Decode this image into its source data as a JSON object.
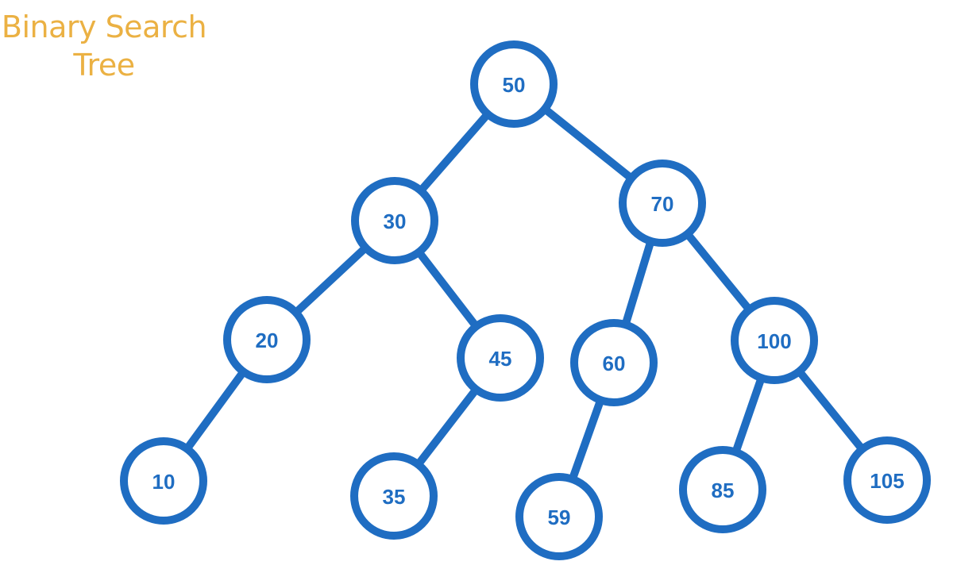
{
  "title": {
    "line1": "Binary Search",
    "line2": "Tree"
  },
  "colors": {
    "title": "#EBB143",
    "node_stroke": "#1F6DC2",
    "node_fill": "#FFFFFF",
    "node_text": "#1F6DC2",
    "edge": "#1F6DC2"
  },
  "tree": {
    "nodes": [
      {
        "id": "n50",
        "label": "50"
      },
      {
        "id": "n30",
        "label": "30"
      },
      {
        "id": "n70",
        "label": "70"
      },
      {
        "id": "n20",
        "label": "20"
      },
      {
        "id": "n45",
        "label": "45"
      },
      {
        "id": "n60",
        "label": "60"
      },
      {
        "id": "n100",
        "label": "100"
      },
      {
        "id": "n10",
        "label": "10"
      },
      {
        "id": "n35",
        "label": "35"
      },
      {
        "id": "n59",
        "label": "59"
      },
      {
        "id": "n85",
        "label": "85"
      },
      {
        "id": "n105",
        "label": "105"
      }
    ],
    "edges": [
      {
        "from": "n50",
        "to": "n30"
      },
      {
        "from": "n50",
        "to": "n70"
      },
      {
        "from": "n30",
        "to": "n20"
      },
      {
        "from": "n30",
        "to": "n45"
      },
      {
        "from": "n70",
        "to": "n60"
      },
      {
        "from": "n70",
        "to": "n100"
      },
      {
        "from": "n20",
        "to": "n10"
      },
      {
        "from": "n45",
        "to": "n35"
      },
      {
        "from": "n60",
        "to": "n59"
      },
      {
        "from": "n100",
        "to": "n85"
      },
      {
        "from": "n100",
        "to": "n105"
      }
    ]
  }
}
